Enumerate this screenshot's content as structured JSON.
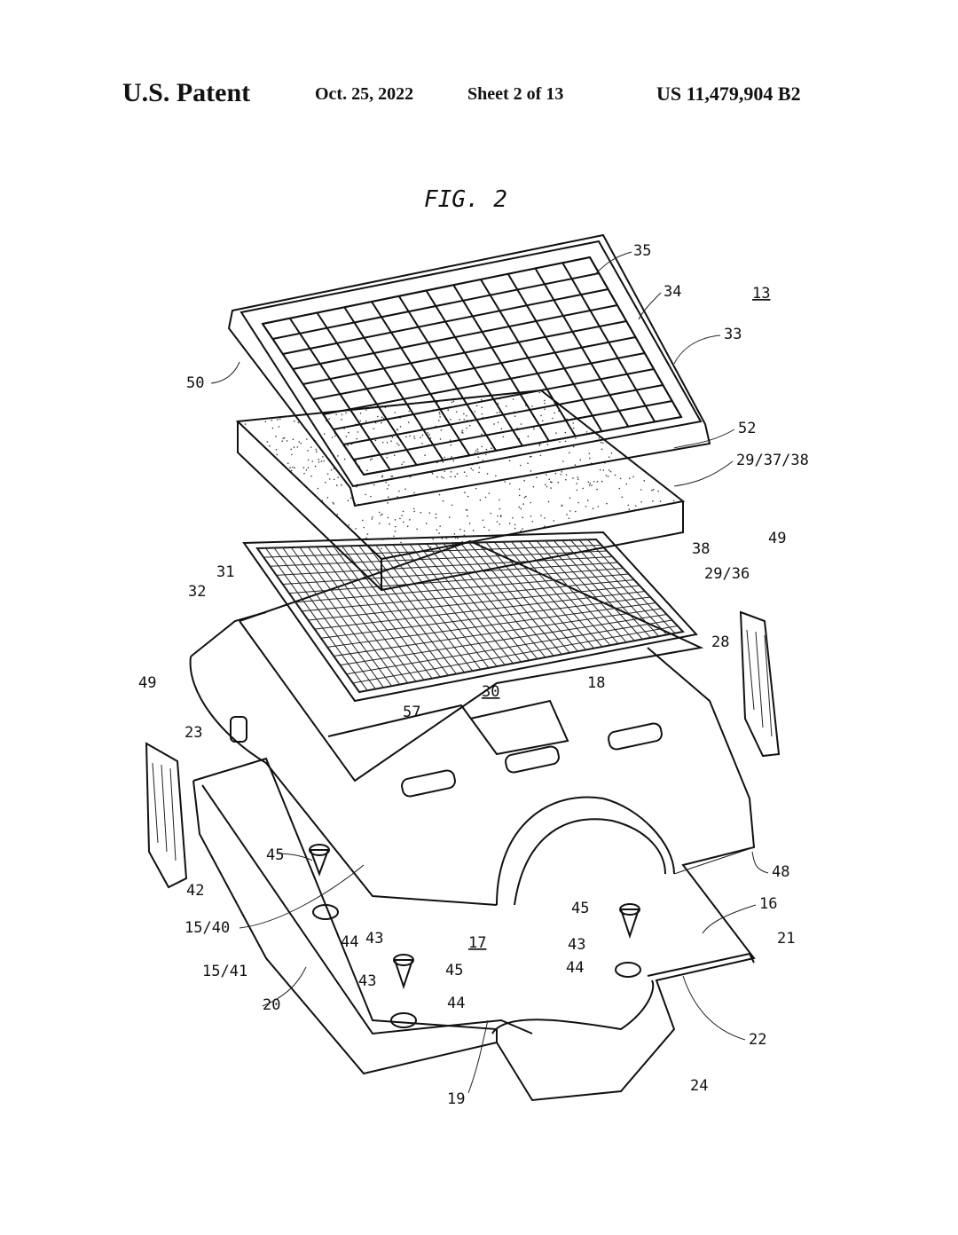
{
  "header": {
    "office": "U.S. Patent",
    "date": "Oct. 25, 2022",
    "sheet": "Sheet 2 of 13",
    "patent_number": "US 11,479,904 B2"
  },
  "figure": {
    "title": "FIG. 2",
    "labels": [
      "35",
      "34",
      "13",
      "33",
      "50",
      "52",
      "29/37/38",
      "49",
      "38",
      "29/36",
      "31",
      "32",
      "28",
      "49",
      "18",
      "30",
      "57",
      "23",
      "45",
      "48",
      "42",
      "16",
      "45",
      "15/40",
      "43",
      "44",
      "21",
      "17",
      "43",
      "44",
      "15/41",
      "45",
      "43",
      "20",
      "44",
      "22",
      "24",
      "19"
    ]
  }
}
